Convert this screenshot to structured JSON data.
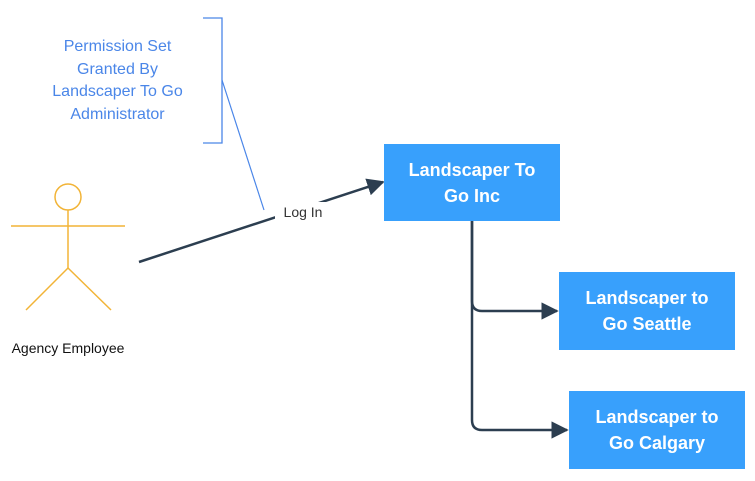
{
  "annotation": {
    "text": "Permission Set\nGranted By\nLandscaper To Go\nAdministrator",
    "color": "#4a86e8"
  },
  "actor": {
    "label": "Agency Employee",
    "color": "#f2b437"
  },
  "edge": {
    "label": "Log In"
  },
  "nodes": {
    "inc": "Landscaper To\nGo Inc",
    "seattle": "Landscaper to\nGo Seattle",
    "calgary": "Landscaper to\nGo Calgary"
  },
  "colors": {
    "node_fill": "#38a0fc",
    "connector": "#2c3e50"
  }
}
